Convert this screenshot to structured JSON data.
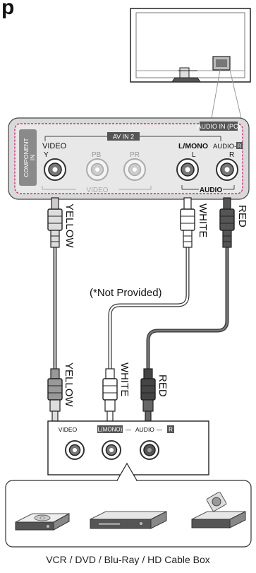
{
  "heading": "p",
  "panel": {
    "audio_in_pc": "AUDIO IN (PC)",
    "av_in_2": "AV IN 2",
    "video": "VIDEO",
    "l_mono": "L/MONO",
    "audio_r": "AUDIO-",
    "r_box": "R",
    "y": "Y",
    "pb": "PB",
    "pr": "PR",
    "l": "L",
    "r": "R",
    "component": "COMPONENT",
    "in": "IN",
    "video_group": "VIDEO",
    "audio": "AUDIO"
  },
  "cable_labels": {
    "yellow": "YELLOW",
    "white": "WHITE",
    "red": "RED"
  },
  "not_provided": "(*Not Provided)",
  "device_panel": {
    "video": "VIDEO",
    "l_mono": "L(MONO)",
    "dash": "—",
    "audio": "AUDIO",
    "r_box": "R"
  },
  "caption": "VCR / DVD / Blu-Ray / HD Cable Box"
}
